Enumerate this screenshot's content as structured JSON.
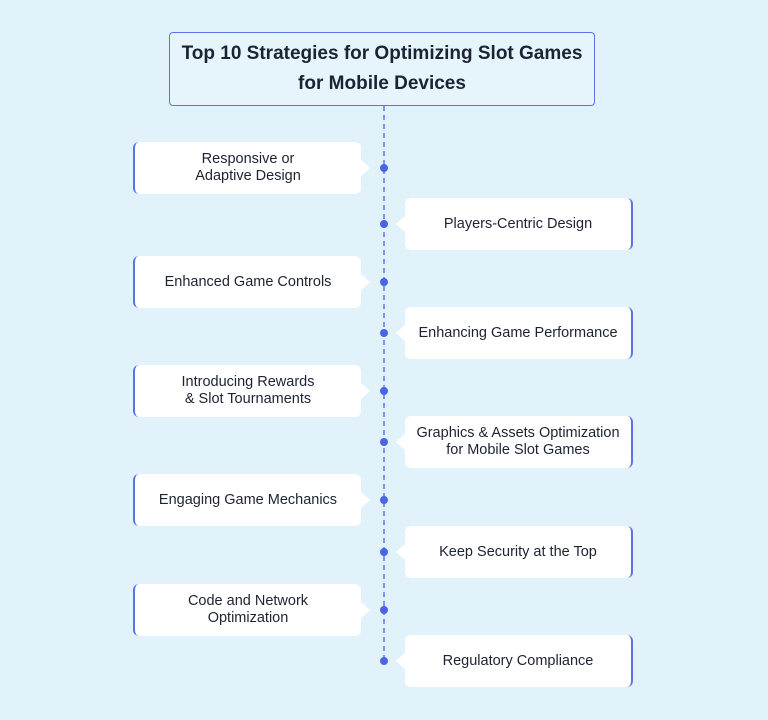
{
  "title": "Top 10 Strategies for Optimizing Slot Games\nfor Mobile Devices",
  "colors": {
    "background": "#e2f2fb",
    "accent": "#5a74e8",
    "card": "#ffffff",
    "text": "#1c2333"
  },
  "items": [
    {
      "label": "Responsive or\nAdaptive Design",
      "side": "left"
    },
    {
      "label": "Players-Centric Design",
      "side": "right"
    },
    {
      "label": "Enhanced Game Controls",
      "side": "left"
    },
    {
      "label": "Enhancing Game Performance",
      "side": "right"
    },
    {
      "label": "Introducing Rewards\n& Slot Tournaments",
      "side": "left"
    },
    {
      "label": "Graphics & Assets Optimization\nfor Mobile Slot Games",
      "side": "right"
    },
    {
      "label": "Engaging Game Mechanics",
      "side": "left"
    },
    {
      "label": "Keep Security at the Top",
      "side": "right"
    },
    {
      "label": "Code and Network\nOptimization",
      "side": "left"
    },
    {
      "label": "Regulatory Compliance",
      "side": "right"
    }
  ]
}
